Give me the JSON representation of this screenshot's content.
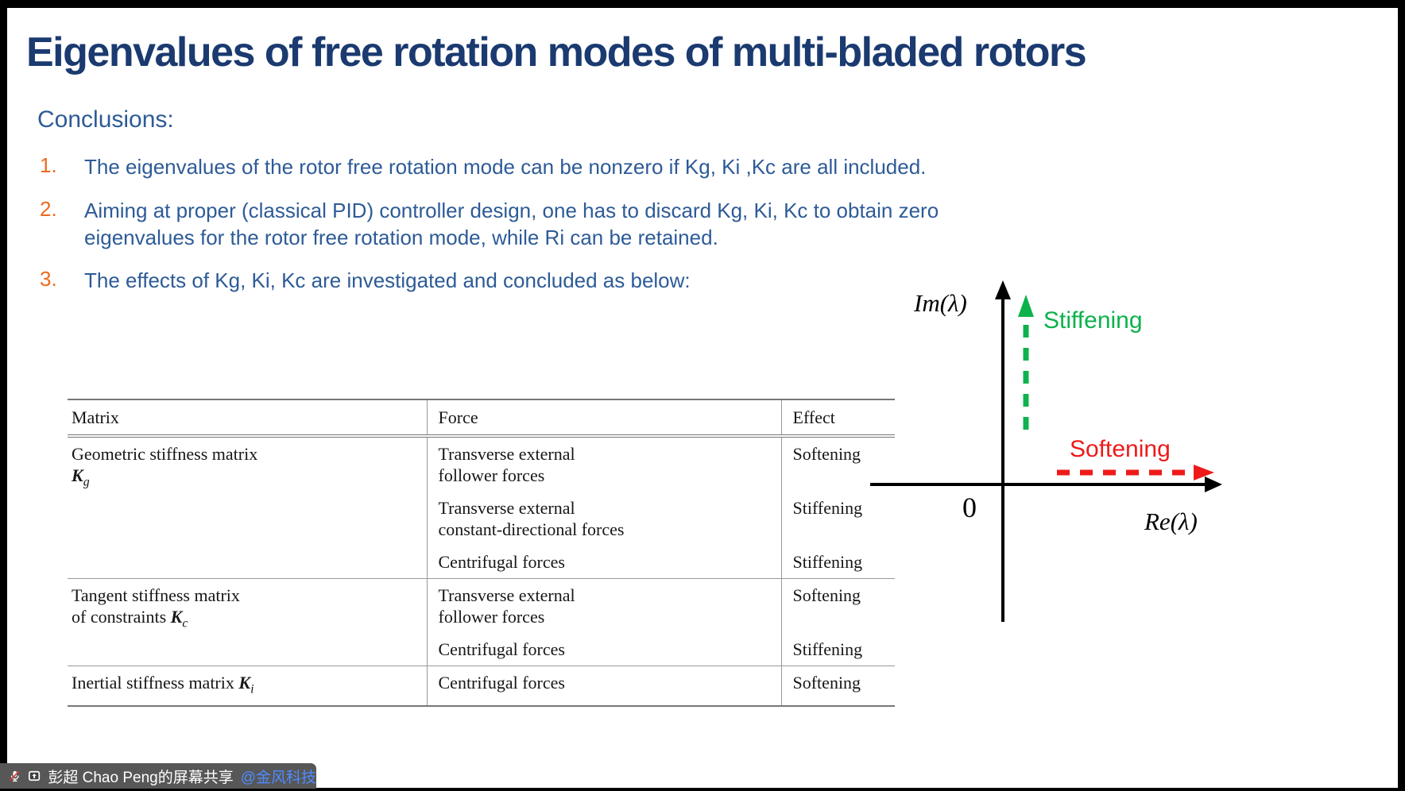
{
  "slide": {
    "title": "Eigenvalues of free rotation modes of multi-bladed rotors",
    "conclusions_label": "Conclusions:",
    "items": [
      {
        "num": "1.",
        "lines": [
          "The eigenvalues of the rotor free rotation mode can be nonzero if Kg, Ki ,Kc are all included."
        ]
      },
      {
        "num": "2.",
        "lines": [
          "Aiming at proper (classical PID) controller design, one has to discard Kg, Ki, Kc to obtain zero",
          "eigenvalues for the rotor free rotation mode, while Ri can be retained."
        ]
      },
      {
        "num": "3.",
        "lines": [
          "The effects of Kg, Ki, Kc are investigated and concluded as below:"
        ]
      }
    ]
  },
  "table": {
    "headers": [
      "Matrix",
      "Force",
      "Effect"
    ],
    "groups": [
      {
        "matrix": {
          "line1": "Geometric stiffness matrix",
          "line2_prefix": "",
          "symbol": "K",
          "subscript": "g"
        },
        "entries": [
          {
            "force_lines": [
              "Transverse external",
              "follower forces"
            ],
            "effect": "Softening"
          },
          {
            "force_lines": [
              "Transverse external",
              "constant-directional forces"
            ],
            "effect": "Stiffening"
          },
          {
            "force_lines": [
              "Centrifugal forces"
            ],
            "effect": "Stiffening"
          }
        ]
      },
      {
        "matrix": {
          "line1": "Tangent stiffness matrix",
          "line2_prefix": "of constraints ",
          "symbol": "K",
          "subscript": "c"
        },
        "entries": [
          {
            "force_lines": [
              "Transverse external",
              "follower forces"
            ],
            "effect": "Softening"
          },
          {
            "force_lines": [
              "Centrifugal forces"
            ],
            "effect": "Stiffening"
          }
        ]
      },
      {
        "matrix": {
          "line1": "Inertial stiffness matrix ",
          "symbol": "K",
          "subscript": "i"
        },
        "entries": [
          {
            "force_lines": [
              "Centrifugal forces"
            ],
            "effect": "Softening"
          }
        ]
      }
    ]
  },
  "diagram": {
    "im_axis_label": "Im(λ)",
    "re_axis_label": "Re(λ)",
    "origin_label": "0",
    "stiffening_label": "Stiffening",
    "softening_label": "Softening",
    "colors": {
      "stiffening_green": "#0db24d",
      "softening_red": "#ee1a1a",
      "axis_black": "#000000"
    }
  },
  "share_bar": {
    "sharer_text": "彭超 Chao Peng的屏幕共享",
    "mention": "@金风科技",
    "bar_color": "#575757",
    "mention_color": "#4e8bff"
  }
}
